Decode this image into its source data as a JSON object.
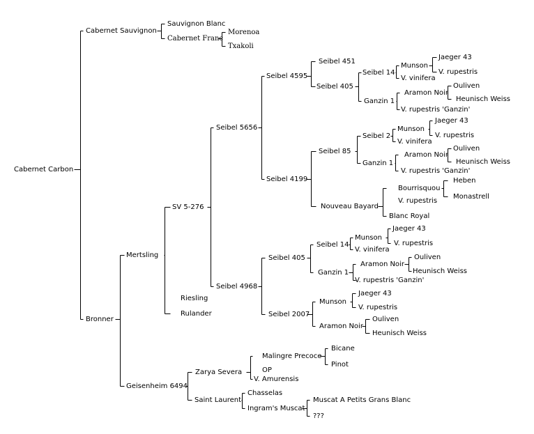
{
  "tree": {
    "n0": "Cabernet Carbon",
    "n1": "Cabernet Sauvignon",
    "n2": "Sauvignon Blanc",
    "n3": "Cabernet Franc",
    "n4": "Morenoa",
    "n5": "Txakoli",
    "n6": "Bronner",
    "n7": "Mertsling",
    "n8": "SV 5-276",
    "n9": "Seibel 5656",
    "n10": "Seibel 4595",
    "n11": "Seibel 451",
    "n12": "Seibel 405",
    "n13": "Seibel 14",
    "n14": "Munson",
    "n15": "Jaeger 43",
    "n16": "V. rupestris",
    "n17": "V. vinifera",
    "n18": "Ganzin 1",
    "n19": "Aramon Noir",
    "n20": "Ouliven",
    "n21": "Heunisch Weiss",
    "n22": "V. rupestris 'Ganzin'",
    "n23": "Seibel 4199",
    "n24": "Seibel 85",
    "n25": "Seibel 2",
    "n26": "Munson",
    "n27": "Jaeger 43",
    "n28": "V. rupestris",
    "n29": "V. vinifera",
    "n30": "Ganzin 1",
    "n31": "Aramon Noir",
    "n32": "Ouliven",
    "n33": "Heunisch Weiss",
    "n34": "V. rupestris 'Ganzin'",
    "n35": "Nouveau Bayard",
    "n36": "Bourrisquou",
    "n37": "Heben",
    "n38": "Monastrell",
    "n39": "V. rupestris",
    "n40": "Blanc Royal",
    "n41": "Seibel 4968",
    "n42": "Seibel 405",
    "n43": "Seibel 14",
    "n44": "Munson",
    "n45": "Jaeger 43",
    "n46": "V. rupestris",
    "n47": "V. vinifera",
    "n48": "Ganzin 1",
    "n49": "Aramon Noir",
    "n50": "Ouliven",
    "n51": "Heunisch Weiss",
    "n52": "V. rupestris 'Ganzin'",
    "n53": "Seibel 2007",
    "n54": "Munson",
    "n55": "Jaeger 43",
    "n56": "V. rupestris",
    "n57": "Aramon Noir",
    "n58": "Ouliven",
    "n59": "Heunisch Weiss",
    "n60": "Riesling",
    "n61": "Rulander",
    "n62": "Geisenheim 6494",
    "n63": "Zarya Severa",
    "n64": "Malingre Precoce",
    "n65": "Bicane",
    "n66": "Pinot",
    "n67": "OP",
    "n68": "V. Amurensis",
    "n69": "Saint Laurent",
    "n70": "Chasselas",
    "n71": "Ingram's Muscat",
    "n72": "Muscat A Petits Grans Blanc",
    "n73": "???"
  }
}
